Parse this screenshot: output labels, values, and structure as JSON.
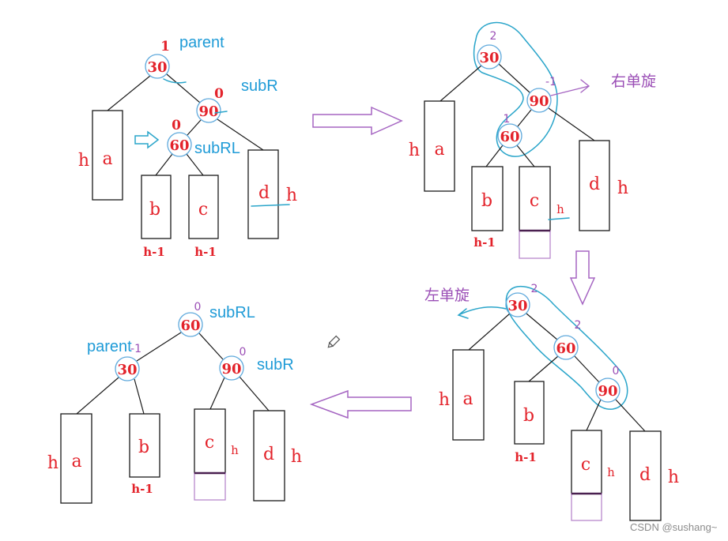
{
  "colors": {
    "red": "#e3232b",
    "blue": "#1f9bd7",
    "purple": "#9b4fb6",
    "cyan": "#2aa5ca",
    "node_outline": "#5fa9dc",
    "arrow": "#a565c2",
    "added_level": "#b888cc",
    "footer": "#8c8c8c"
  },
  "icons": {
    "cursor": "pencil-icon"
  },
  "panels": {
    "initial": {
      "nodes": {
        "n30": {
          "key": "30",
          "bf": "1",
          "role": "parent"
        },
        "n90": {
          "key": "90",
          "bf": "0",
          "role": "subR"
        },
        "n60": {
          "key": "60",
          "bf": "0",
          "role": "subRL"
        }
      },
      "subtrees": {
        "a": {
          "name": "a",
          "height": "h"
        },
        "b": {
          "name": "b",
          "height": "h-1"
        },
        "c": {
          "name": "c",
          "height": "h-1"
        },
        "d": {
          "name": "d",
          "height": "h"
        }
      }
    },
    "right_rotation": {
      "operation": "右单旋",
      "nodes": {
        "n30": {
          "key": "30",
          "bf": "2"
        },
        "n90": {
          "key": "90",
          "bf": "-1"
        },
        "n60": {
          "key": "60",
          "bf": "1"
        }
      },
      "subtrees": {
        "a": {
          "name": "a",
          "height": "h"
        },
        "b": {
          "name": "b",
          "height": "h-1"
        },
        "c": {
          "name": "c",
          "height": "h"
        },
        "d": {
          "name": "d",
          "height": "h"
        }
      }
    },
    "left_rotation": {
      "operation": "左单旋",
      "nodes": {
        "n30": {
          "key": "30",
          "bf": "2"
        },
        "n60": {
          "key": "60",
          "bf": "2"
        },
        "n90": {
          "key": "90",
          "bf": "0"
        }
      },
      "subtrees": {
        "a": {
          "name": "a",
          "height": "h"
        },
        "b": {
          "name": "b",
          "height": "h-1"
        },
        "c": {
          "name": "c",
          "height": "h"
        },
        "d": {
          "name": "d",
          "height": "h"
        }
      }
    },
    "result": {
      "nodes": {
        "n60": {
          "key": "60",
          "bf": "0",
          "role": "subRL"
        },
        "n30": {
          "key": "30",
          "bf": "-1",
          "role": "parent"
        },
        "n90": {
          "key": "90",
          "bf": "0",
          "role": "subR"
        }
      },
      "subtrees": {
        "a": {
          "name": "a",
          "height": "h"
        },
        "b": {
          "name": "b",
          "height": "h-1"
        },
        "c": {
          "name": "c",
          "height": "h"
        },
        "d": {
          "name": "d",
          "height": "h"
        }
      }
    }
  },
  "footer": {
    "credit": "CSDN @sushang~"
  }
}
